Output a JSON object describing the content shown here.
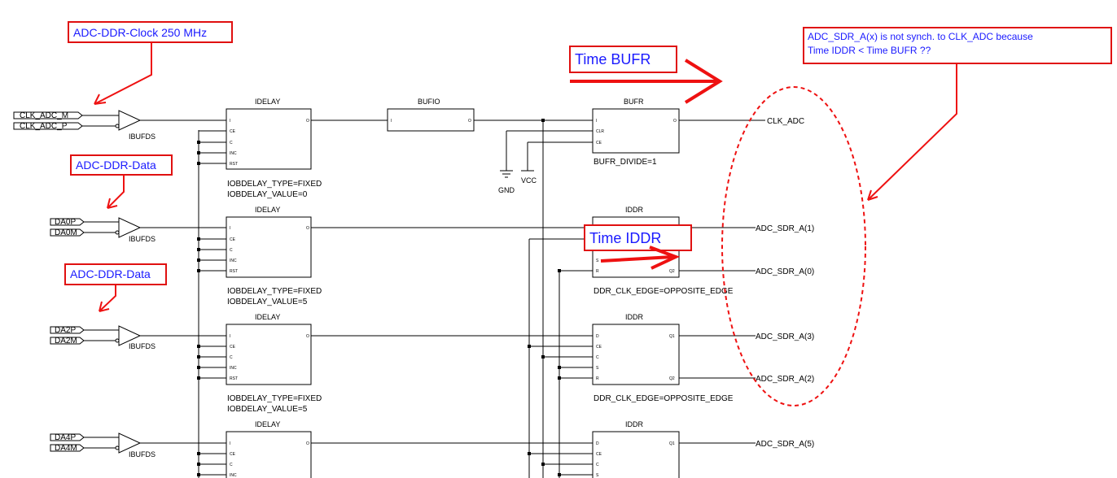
{
  "notes": {
    "clock": "ADC-DDR-Clock 250 MHz",
    "data1": "ADC-DDR-Data",
    "data2": "ADC-DDR-Data",
    "time_bufr": "Time BUFR",
    "time_iddr": "Time IDDR",
    "question_line1": "ADC_SDR_A(x) is not synch. to CLK_ADC because",
    "question_line2": "Time IDDR < Time BUFR ??"
  },
  "inputs": {
    "clk_m": "CLK_ADC_M",
    "clk_p": "CLK_ADC_P",
    "da0p": "DA0P",
    "da0m": "DA0M",
    "da2p": "DA2P",
    "da2m": "DA2M",
    "da4p": "DA4P",
    "da4m": "DA4M"
  },
  "ibufds_label": "IBUFDS",
  "blocks": {
    "idelay": "IDELAY",
    "bufio": "BUFIO",
    "bufr": "BUFR",
    "iddr": "IDDR"
  },
  "idelay_pins": [
    "I",
    "CE",
    "C",
    "INC",
    "RST"
  ],
  "idelay_out": "O",
  "bufio_pins": {
    "in": "I",
    "out": "O"
  },
  "bufr_pins": {
    "in": "I",
    "clr": "CLR",
    "ce": "CE",
    "out": "O"
  },
  "iddr_pins": [
    "D",
    "CE",
    "C",
    "S",
    "R"
  ],
  "iddr_outs": {
    "q1": "Q1",
    "q2": "Q2"
  },
  "params": {
    "idelay_type": "IOBDELAY_TYPE=FIXED",
    "idelay_val0": "IOBDELAY_VALUE=0",
    "idelay_val5": "IOBDELAY_VALUE=5",
    "bufr_divide": "BUFR_DIVIDE=1",
    "ddr_edge": "DDR_CLK_EDGE=OPPOSITE_EDGE"
  },
  "power": {
    "gnd": "GND",
    "vcc": "VCC"
  },
  "nets": {
    "clk_adc": "CLK_ADC",
    "a1": "ADC_SDR_A(1)",
    "a0": "ADC_SDR_A(0)",
    "a3": "ADC_SDR_A(3)",
    "a2": "ADC_SDR_A(2)",
    "a5": "ADC_SDR_A(5)"
  },
  "colors": {
    "annotation_red": "#ee1111",
    "annotation_text_blue": "#1a1aff",
    "wire": "#000000"
  }
}
